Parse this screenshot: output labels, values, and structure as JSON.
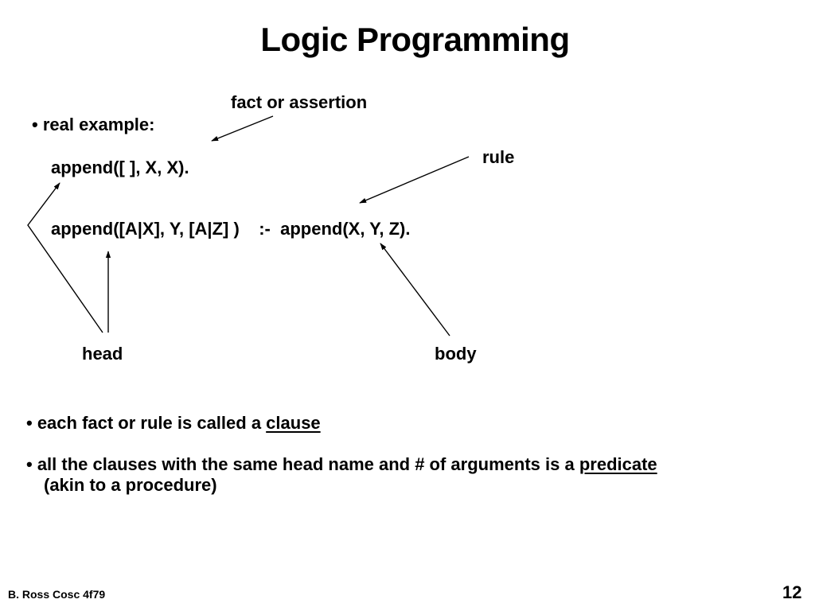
{
  "slide": {
    "title": "Logic Programming",
    "annotations": {
      "fact": "fact or assertion",
      "rule": "rule",
      "head": "head",
      "body": "body"
    },
    "bullet1": "•  real example:",
    "code": {
      "fact_line": "append([ ], X, X).",
      "rule_line": "append([A|X], Y, [A|Z] )    :-  append(X, Y, Z)."
    },
    "bullet2": {
      "prefix": "•  each fact or rule is called a ",
      "term": "clause"
    },
    "bullet3": {
      "prefix": "• all the clauses with the same head name and # of arguments is a ",
      "term": "predicate",
      "line2": "(akin to a procedure)"
    },
    "footer": {
      "author": "B. Ross   Cosc 4f79",
      "page": "12"
    }
  }
}
